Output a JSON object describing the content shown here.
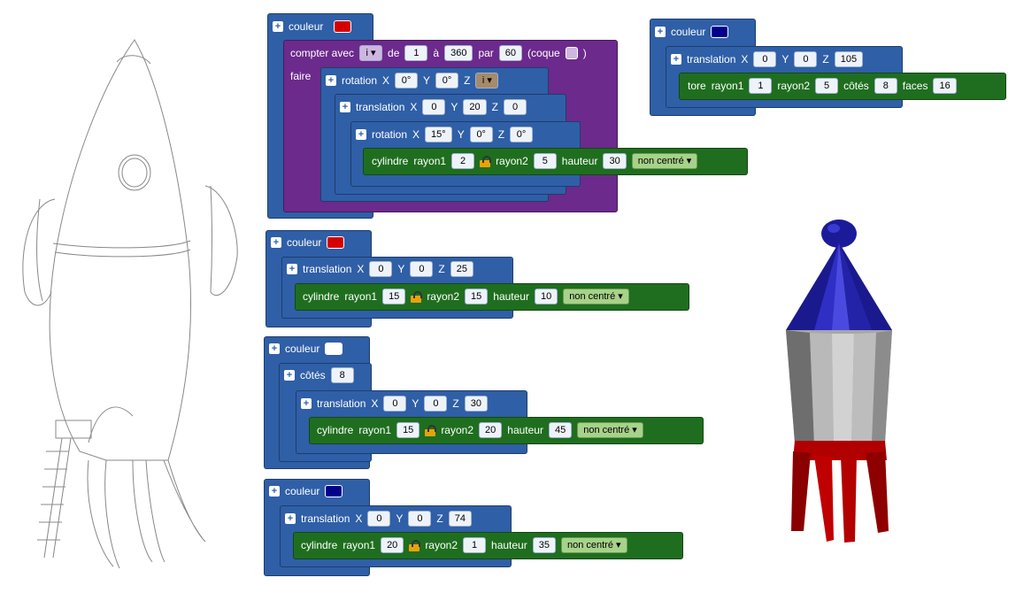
{
  "blocks": {
    "b1": {
      "couleur_label": "couleur",
      "couleur_color": "#d40000",
      "loop_compter": "compter avec",
      "loop_var": "i ▾",
      "loop_de": "de",
      "loop_de_val": "1",
      "loop_a": "à",
      "loop_a_val": "360",
      "loop_par": "par",
      "loop_par_val": "60",
      "loop_coque": "(coque",
      "loop_close": ")",
      "faire": "faire",
      "rot1": {
        "label": "rotation",
        "x": "X",
        "xv": "0°",
        "y": "Y",
        "yv": "0°",
        "z": "Z",
        "zv": "i ▾"
      },
      "tr1": {
        "label": "translation",
        "x": "X",
        "xv": "0",
        "y": "Y",
        "yv": "20",
        "z": "Z",
        "zv": "0"
      },
      "rot2": {
        "label": "rotation",
        "x": "X",
        "xv": "15°",
        "y": "Y",
        "yv": "0°",
        "z": "Z",
        "zv": "0°"
      },
      "cyl": {
        "label": "cylindre",
        "r1": "rayon1",
        "r1v": "2",
        "r2": "rayon2",
        "r2v": "5",
        "h": "hauteur",
        "hv": "30",
        "c": "non centré ▾"
      }
    },
    "b2": {
      "couleur_label": "couleur",
      "couleur_color": "#d40000",
      "tr": {
        "label": "translation",
        "x": "X",
        "xv": "0",
        "y": "Y",
        "yv": "0",
        "z": "Z",
        "zv": "25"
      },
      "cyl": {
        "label": "cylindre",
        "r1": "rayon1",
        "r1v": "15",
        "r2": "rayon2",
        "r2v": "15",
        "h": "hauteur",
        "hv": "10",
        "c": "non centré ▾"
      }
    },
    "b3": {
      "couleur_label": "couleur",
      "couleur_color": "#ffffff",
      "cotes": "côtés",
      "cotes_v": "8",
      "tr": {
        "label": "translation",
        "x": "X",
        "xv": "0",
        "y": "Y",
        "yv": "0",
        "z": "Z",
        "zv": "30"
      },
      "cyl": {
        "label": "cylindre",
        "r1": "rayon1",
        "r1v": "15",
        "r2": "rayon2",
        "r2v": "20",
        "h": "hauteur",
        "hv": "45",
        "c": "non centré ▾"
      }
    },
    "b4": {
      "couleur_label": "couleur",
      "couleur_color": "#00008b",
      "tr": {
        "label": "translation",
        "x": "X",
        "xv": "0",
        "y": "Y",
        "yv": "0",
        "z": "Z",
        "zv": "74"
      },
      "cyl": {
        "label": "cylindre",
        "r1": "rayon1",
        "r1v": "20",
        "r2": "rayon2",
        "r2v": "1",
        "h": "hauteur",
        "hv": "35",
        "c": "non centré ▾"
      }
    },
    "b5": {
      "couleur_label": "couleur",
      "couleur_color": "#00008b",
      "tr": {
        "label": "translation",
        "x": "X",
        "xv": "0",
        "y": "Y",
        "yv": "0",
        "z": "Z",
        "zv": "105"
      },
      "tore": {
        "label": "tore",
        "r1": "rayon1",
        "r1v": "1",
        "r2": "rayon2",
        "r2v": "5",
        "c": "côtés",
        "cv": "8",
        "f": "faces",
        "fv": "16"
      }
    }
  },
  "icons": {
    "plus": "plus-icon",
    "lock": "lock-icon"
  }
}
